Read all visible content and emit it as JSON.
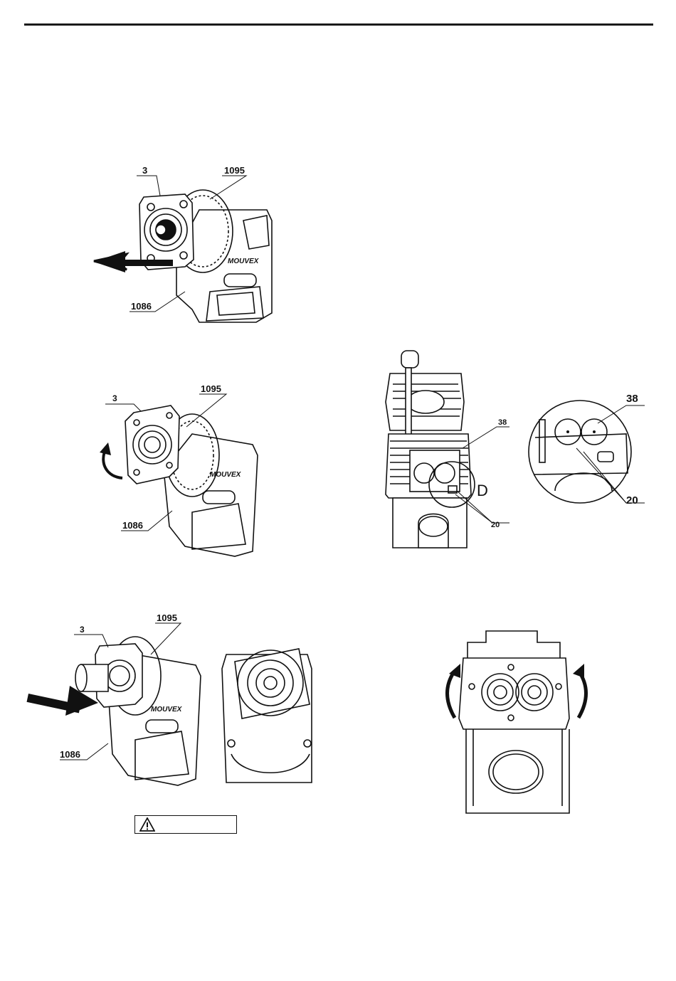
{
  "figure_1": {
    "callouts": [
      "3",
      "1095",
      "1086"
    ],
    "brand": "MOUVEX"
  },
  "figure_2": {
    "callouts": [
      "3",
      "1095",
      "1086"
    ],
    "brand": "MOUVEX"
  },
  "figure_3": {
    "callouts": [
      "3",
      "1095",
      "1086"
    ],
    "brand": "MOUVEX"
  },
  "figure_4": {
    "callouts": [
      "38",
      "20"
    ],
    "detail_letter": "D"
  },
  "figure_4_detail": {
    "callouts": [
      "38",
      "20"
    ]
  },
  "warning_box": {
    "icon": "warning-triangle-icon",
    "text": ""
  },
  "icons": {
    "push_arrow": "arrow-left-icon",
    "rotate_arrow": "rotate-arrow-icon"
  }
}
